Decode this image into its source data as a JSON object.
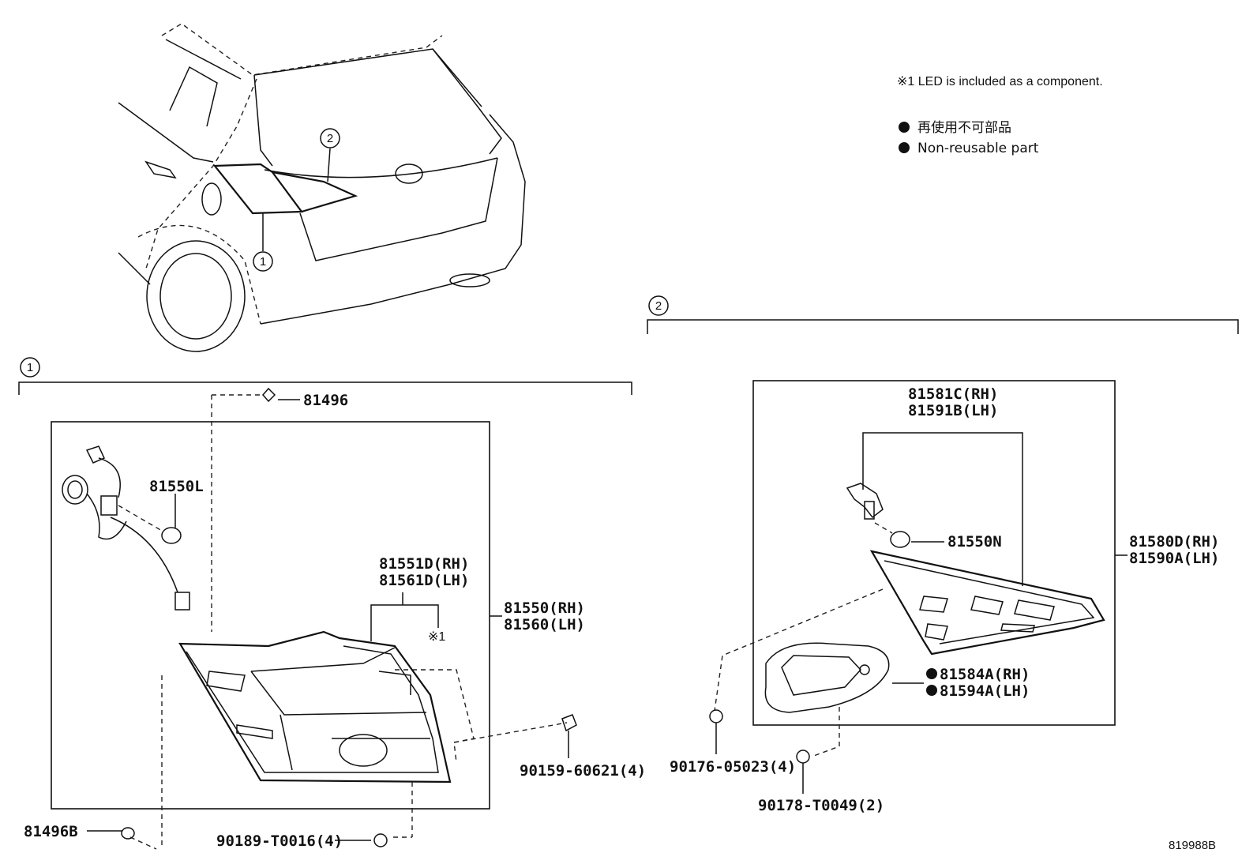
{
  "notes": {
    "led_note": "※1 LED is included as a component.",
    "nonreusable_jp": "再使用不可部品",
    "nonreusable_en": "Non-reusable part"
  },
  "callouts": {
    "c1": "1",
    "c2": "2"
  },
  "group1": {
    "p81496": "81496",
    "p81550L": "81550L",
    "p81551D_rh": "81551D(RH)",
    "p81561D_lh": "81561D(LH)",
    "ref_note": "※1",
    "p81550_rh": "81550(RH)",
    "p81560_lh": "81560(LH)",
    "p90159": "90159-60621(4)",
    "p81496B": "81496B",
    "p90189": "90189-T0016(4)"
  },
  "group2": {
    "p81581C_rh": "81581C(RH)",
    "p81591B_lh": "81591B(LH)",
    "p81550N": "81550N",
    "p81580D_rh": "81580D(RH)",
    "p81590A_lh": "81590A(LH)",
    "p81584A_rh": "81584A(RH)",
    "p81594A_lh": "81594A(LH)",
    "p90176": "90176-05023(4)",
    "p90178": "90178-T0049(2)"
  },
  "figure_id": "819988B"
}
